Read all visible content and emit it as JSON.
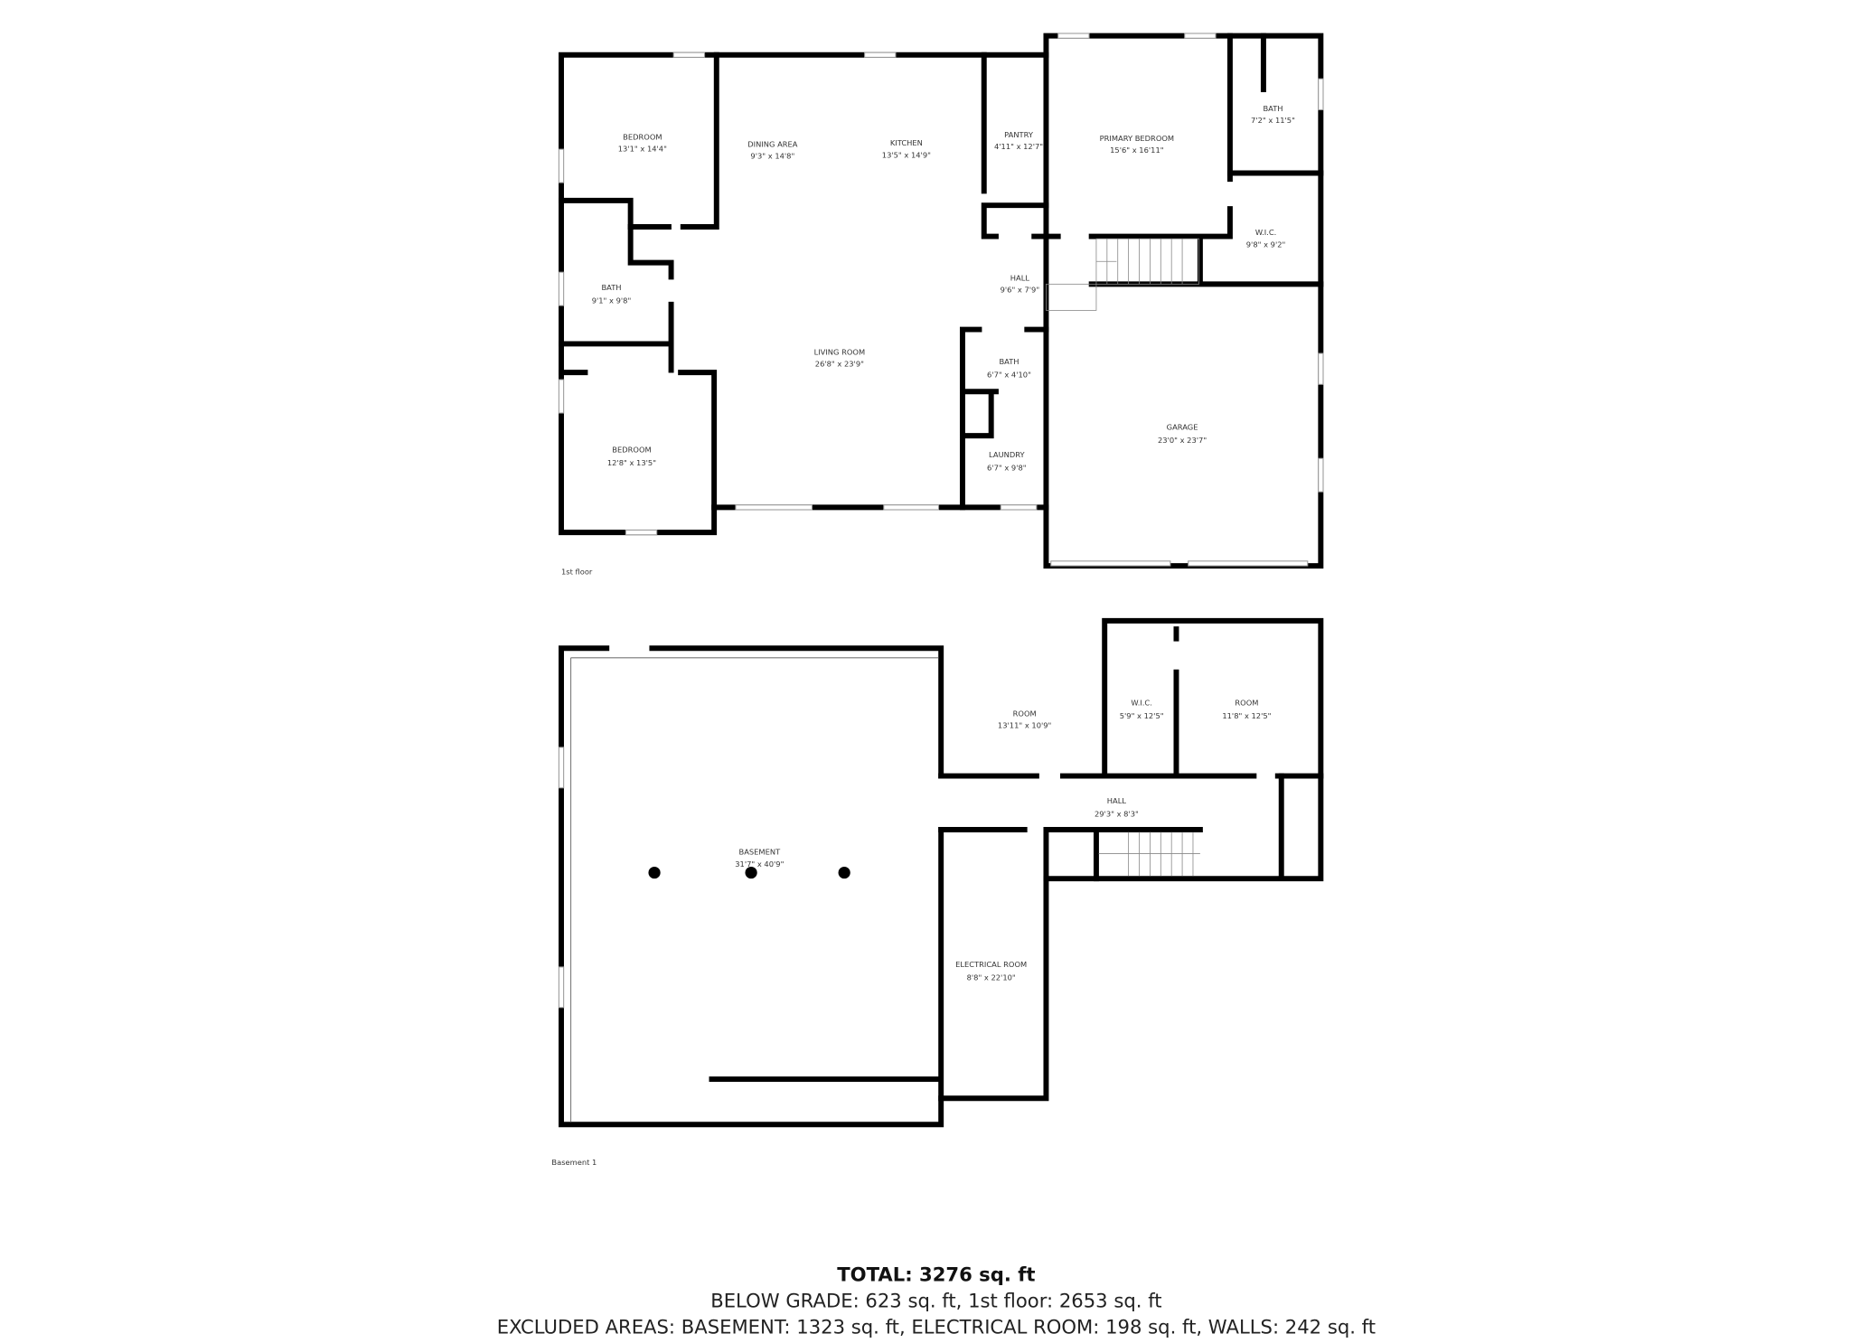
{
  "first_floor": {
    "label": "1st floor",
    "rooms": [
      {
        "name": "BEDROOM",
        "size": "13'1\" x 14'4\""
      },
      {
        "name": "DINING AREA",
        "size": "9'3\" x 14'8\""
      },
      {
        "name": "KITCHEN",
        "size": "13'5\" x 14'9\""
      },
      {
        "name": "PANTRY",
        "size": "4'11\" x 12'7\""
      },
      {
        "name": "PRIMARY BEDROOM",
        "size": "15'6\" x 16'11\""
      },
      {
        "name": "BATH",
        "size": "7'2\" x 11'5\""
      },
      {
        "name": "W.I.C.",
        "size": "9'8\" x 9'2\""
      },
      {
        "name": "HALL",
        "size": "9'6\" x 7'9\""
      },
      {
        "name": "BATH",
        "size": "9'1\" x 9'8\""
      },
      {
        "name": "LIVING ROOM",
        "size": "26'8\" x 23'9\""
      },
      {
        "name": "BATH",
        "size": "6'7\" x 4'10\""
      },
      {
        "name": "LAUNDRY",
        "size": "6'7\" x 9'8\""
      },
      {
        "name": "BEDROOM",
        "size": "12'8\" x 13'5\""
      },
      {
        "name": "GARAGE",
        "size": "23'0\" x 23'7\""
      }
    ]
  },
  "basement": {
    "label": "Basement 1",
    "rooms": [
      {
        "name": "ROOM",
        "size": "13'11\" x 10'9\""
      },
      {
        "name": "W.I.C.",
        "size": "5'9\" x 12'5\""
      },
      {
        "name": "ROOM",
        "size": "11'8\" x 12'5\""
      },
      {
        "name": "HALL",
        "size": "29'3\" x 8'3\""
      },
      {
        "name": "BASEMENT",
        "size": "31'7\" x 40'9\""
      },
      {
        "name": "ELECTRICAL ROOM",
        "size": "8'8\" x 22'10\""
      }
    ]
  },
  "summary": {
    "total": "TOTAL: 3276 sq. ft",
    "line2": "BELOW GRADE: 623 sq. ft, 1st floor: 2653 sq. ft",
    "line3": "EXCLUDED AREAS: BASEMENT: 1323 sq. ft, ELECTRICAL ROOM: 198 sq. ft, WALLS: 242 sq. ft"
  }
}
